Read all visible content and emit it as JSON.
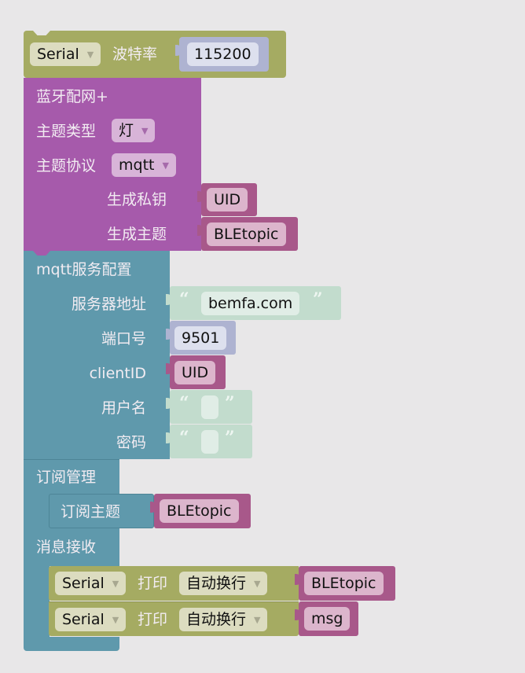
{
  "serial_init": {
    "port": "Serial",
    "label": "波特率",
    "baud": "115200"
  },
  "ble": {
    "title": "蓝牙配网+",
    "topic_type_label": "主题类型",
    "topic_type": "灯",
    "protocol_label": "主题协议",
    "protocol": "mqtt",
    "key_label": "生成私钥",
    "key_value": "UID",
    "topic_label": "生成主题",
    "topic_value": "BLEtopic"
  },
  "mqtt": {
    "title": "mqtt服务配置",
    "server_label": "服务器地址",
    "server": "bemfa.com",
    "port_label": "端口号",
    "port": "9501",
    "client_label": "clientID",
    "client": "UID",
    "user_label": "用户名",
    "user": "",
    "pass_label": "密码",
    "pass": ""
  },
  "subscribe": {
    "title": "订阅管理",
    "item_label": "订阅主题",
    "item_value": "BLEtopic"
  },
  "receive": {
    "title": "消息接收",
    "prints": [
      {
        "port": "Serial",
        "label": "打印",
        "mode": "自动换行",
        "value": "BLEtopic"
      },
      {
        "port": "Serial",
        "label": "打印",
        "mode": "自动换行",
        "value": "msg"
      }
    ]
  },
  "colors": {
    "olive": "#a5ab62",
    "purple": "#a65aab",
    "teal": "#5f99ac",
    "pink": "#a8588a",
    "background": "#e8e7e8"
  }
}
